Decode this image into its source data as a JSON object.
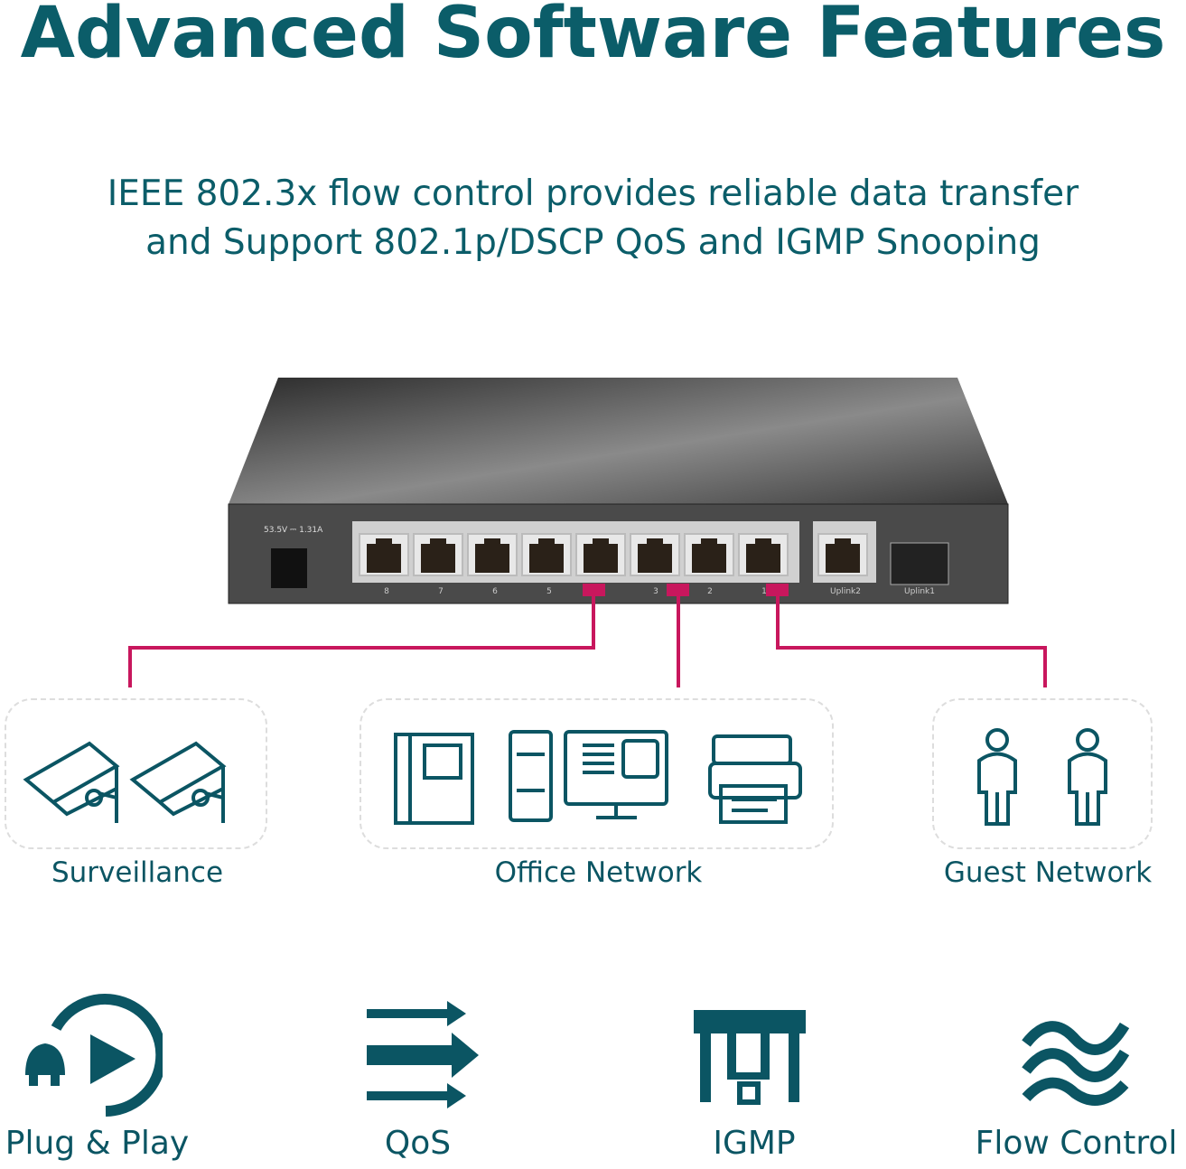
{
  "title": "Advanced Software Features",
  "subtitle": {
    "line1": "IEEE 802.3x flow control provides reliable data transfer",
    "line2": "and Support 802.1p/DSCP QoS and IGMP Snooping"
  },
  "switch": {
    "power_rating": "53.5V ⎓ 1.31A",
    "ports": [
      "8",
      "7",
      "6",
      "5",
      "",
      "3",
      "2",
      "1"
    ],
    "uplink2": "Uplink2",
    "uplink1": "Uplink1"
  },
  "groups": [
    {
      "label": "Surveillance"
    },
    {
      "label": "Office Network"
    },
    {
      "label": "Guest Network"
    }
  ],
  "features": [
    {
      "label": "Plug & Play",
      "icon": "plug-play-icon"
    },
    {
      "label": "QoS",
      "icon": "qos-arrows-icon"
    },
    {
      "label": "IGMP",
      "icon": "igmp-icon"
    },
    {
      "label": "Flow Control",
      "icon": "flow-control-icon"
    }
  ],
  "colors": {
    "primary": "#0b5563",
    "accent": "#c8175d"
  }
}
